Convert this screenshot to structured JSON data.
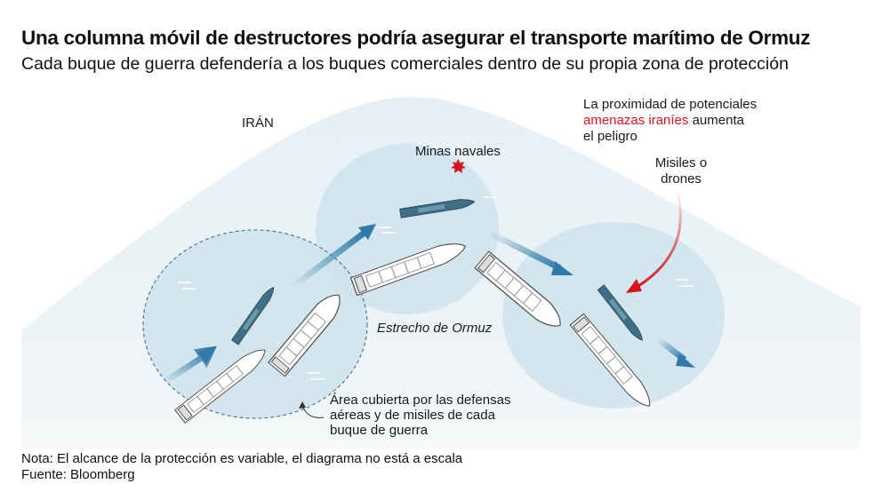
{
  "header": {
    "title": "Una columna móvil de destructores podría asegurar el transporte marítimo de Ormuz",
    "subtitle": "Cada buque de guerra defendería a los buques comerciales dentro de su propia zona de protección"
  },
  "diagram": {
    "country_label": "IRÁN",
    "mines_label": "Minas navales",
    "strait_label": "Estrecho de Ormuz",
    "threat_note": {
      "line1": "La proximidad de potenciales",
      "line2_highlight": "amenazas iraníes",
      "line2_rest": " aumenta",
      "line3": "el peligro"
    },
    "missiles_label": {
      "line1": "Misiles o",
      "line2": "drones"
    },
    "coverage_label": {
      "line1": "Área cubierta por las defensas",
      "line2": "aéreas y de misiles de cada",
      "line3": "buque de guerra"
    },
    "colors": {
      "warship": "#3f6f86",
      "arrow": "#2f7aa8",
      "threat": "#d7141e",
      "zone": "#cfe3ec",
      "water": "#e9f2f6"
    }
  },
  "footer": {
    "note": "Nota: El alcance de la protección es variable, el diagrama no está a escala",
    "source": "Fuente: Bloomberg"
  }
}
